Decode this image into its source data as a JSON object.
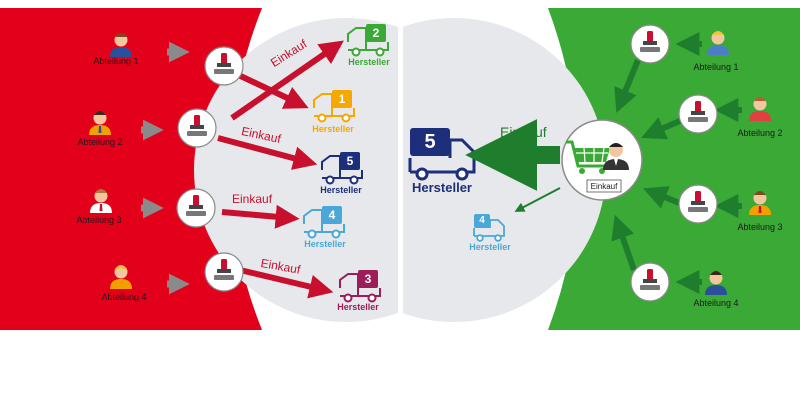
{
  "left_panel": {
    "departments": [
      {
        "label": "Abteilung 1"
      },
      {
        "label": "Abteilung 2"
      },
      {
        "label": "Abteilung 3"
      },
      {
        "label": "Abteilung 4"
      }
    ],
    "purchase_label": "Einkauf",
    "suppliers": [
      {
        "number": "2",
        "label": "Hersteller",
        "color": "#3aa935"
      },
      {
        "number": "1",
        "label": "Hersteller",
        "color": "#f5a800"
      },
      {
        "number": "5",
        "label": "Hersteller",
        "color": "#1d2f7a"
      },
      {
        "number": "4",
        "label": "Hersteller",
        "color": "#4aa8d8"
      },
      {
        "number": "3",
        "label": "Hersteller",
        "color": "#9b1d5a"
      }
    ]
  },
  "right_panel": {
    "departments": [
      {
        "label": "Abteilung 1"
      },
      {
        "label": "Abteilung 2"
      },
      {
        "label": "Abteilung 3"
      },
      {
        "label": "Abteilung 4"
      }
    ],
    "purchase_label": "Einkauf",
    "central_badge": "Einkauf",
    "main_supplier": {
      "number": "5",
      "label": "Hersteller",
      "color": "#1d2f7a"
    },
    "secondary_supplier": {
      "number": "4",
      "label": "Hersteller",
      "color": "#4aa8d8"
    }
  },
  "colors": {
    "red_panel": "#e3001b",
    "green_panel": "#3aa935",
    "dark_green_arrow": "#1e7e2e",
    "red_arrow": "#c8102e",
    "grey_circle": "#e6e8eb",
    "grey_arrow": "#8a8a8a"
  }
}
